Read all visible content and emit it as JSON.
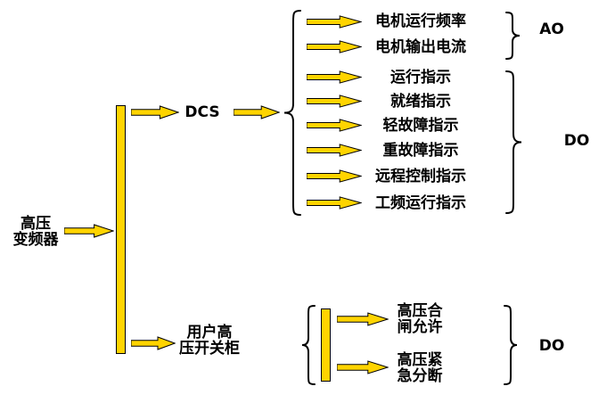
{
  "colors": {
    "arrow_fill": "#FFD400",
    "outline": "#000000"
  },
  "root": {
    "line1": "高压",
    "line2": "变频器"
  },
  "dcs": {
    "label": "DCS",
    "ao": {
      "label": "AO",
      "signals": [
        "电机运行频率",
        "电机输出电流"
      ]
    },
    "do": {
      "label": "DO",
      "signals": [
        "运行指示",
        "就绪指示",
        "轻故障指示",
        "重故障指示",
        "远程控制指示",
        "工频运行指示"
      ]
    }
  },
  "switchgear": {
    "line1": "用户高",
    "line2": "压开关柜",
    "do": {
      "label": "DO",
      "signals": [
        {
          "line1": "高压合",
          "line2": "闸允许"
        },
        {
          "line1": "高压紧",
          "line2": "急分断"
        }
      ]
    }
  }
}
